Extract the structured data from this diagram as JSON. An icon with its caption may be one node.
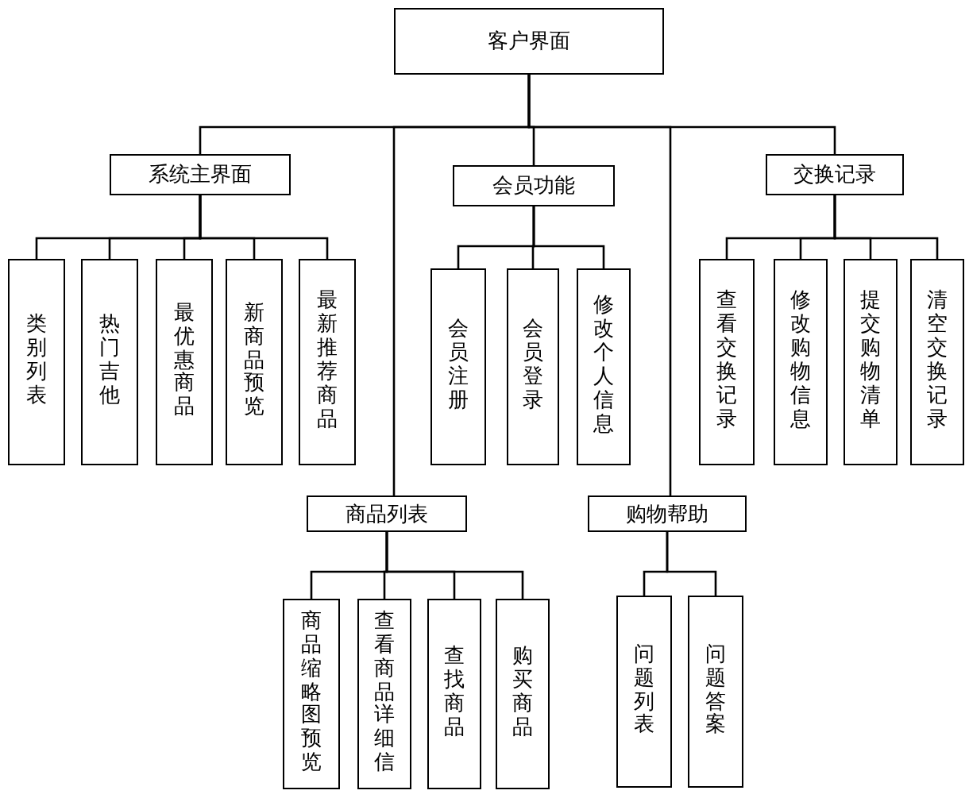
{
  "diagram": {
    "nodes": [
      {
        "text": [
          "客户界面"
        ]
      },
      {
        "text": [
          "系统主界面"
        ]
      },
      {
        "text": [
          "会员功能"
        ]
      },
      {
        "text": [
          "交换记录"
        ]
      },
      {
        "text": [
          "类别列表"
        ]
      },
      {
        "text": [
          "热门吉他"
        ]
      },
      {
        "text": [
          "最优惠商品"
        ]
      },
      {
        "text": [
          "新商品预览"
        ]
      },
      {
        "text": [
          "最新推荐商品"
        ]
      },
      {
        "text": [
          "会员注册"
        ]
      },
      {
        "text": [
          "会员登录"
        ]
      },
      {
        "text": [
          "修改个人信息"
        ]
      },
      {
        "text": [
          "查看交换记录"
        ]
      },
      {
        "text": [
          "修改购物信息"
        ]
      },
      {
        "text": [
          "提交购物清单"
        ]
      },
      {
        "text": [
          "清空交换记录"
        ]
      },
      {
        "text": [
          "商品列表"
        ]
      },
      {
        "text": [
          "购物帮助"
        ]
      },
      {
        "text": [
          "商品缩略图预览"
        ]
      },
      {
        "text": [
          "查看商品详细信"
        ]
      },
      {
        "text": [
          "查找商品"
        ]
      },
      {
        "text": [
          "购买商品"
        ]
      },
      {
        "text": [
          "问题列表"
        ]
      },
      {
        "text": [
          "问题答案"
        ]
      }
    ],
    "edges": [
      {
        "from": 0,
        "to": 1,
        "arrow": "none"
      },
      {
        "from": 0,
        "to": 2,
        "arrow": "none"
      },
      {
        "from": 0,
        "to": 3,
        "arrow": "none"
      },
      {
        "from": 0,
        "to": 16,
        "arrow": "none"
      },
      {
        "from": 0,
        "to": 17,
        "arrow": "none"
      },
      {
        "from": 1,
        "to": 4,
        "arrow": "none"
      },
      {
        "from": 1,
        "to": 5,
        "arrow": "none"
      },
      {
        "from": 1,
        "to": 6,
        "arrow": "none"
      },
      {
        "from": 1,
        "to": 7,
        "arrow": "none"
      },
      {
        "from": 1,
        "to": 8,
        "arrow": "none"
      },
      {
        "from": 2,
        "to": 9,
        "arrow": "none"
      },
      {
        "from": 2,
        "to": 10,
        "arrow": "none"
      },
      {
        "from": 2,
        "to": 11,
        "arrow": "none"
      },
      {
        "from": 3,
        "to": 12,
        "arrow": "none"
      },
      {
        "from": 3,
        "to": 13,
        "arrow": "none"
      },
      {
        "from": 3,
        "to": 14,
        "arrow": "none"
      },
      {
        "from": 3,
        "to": 15,
        "arrow": "none"
      },
      {
        "from": 16,
        "to": 18,
        "arrow": "none"
      },
      {
        "from": 16,
        "to": 19,
        "arrow": "none"
      },
      {
        "from": 16,
        "to": 20,
        "arrow": "none"
      },
      {
        "from": 16,
        "to": 21,
        "arrow": "none"
      },
      {
        "from": 17,
        "to": 22,
        "arrow": "none"
      },
      {
        "from": 17,
        "to": 23,
        "arrow": "none"
      }
    ]
  }
}
